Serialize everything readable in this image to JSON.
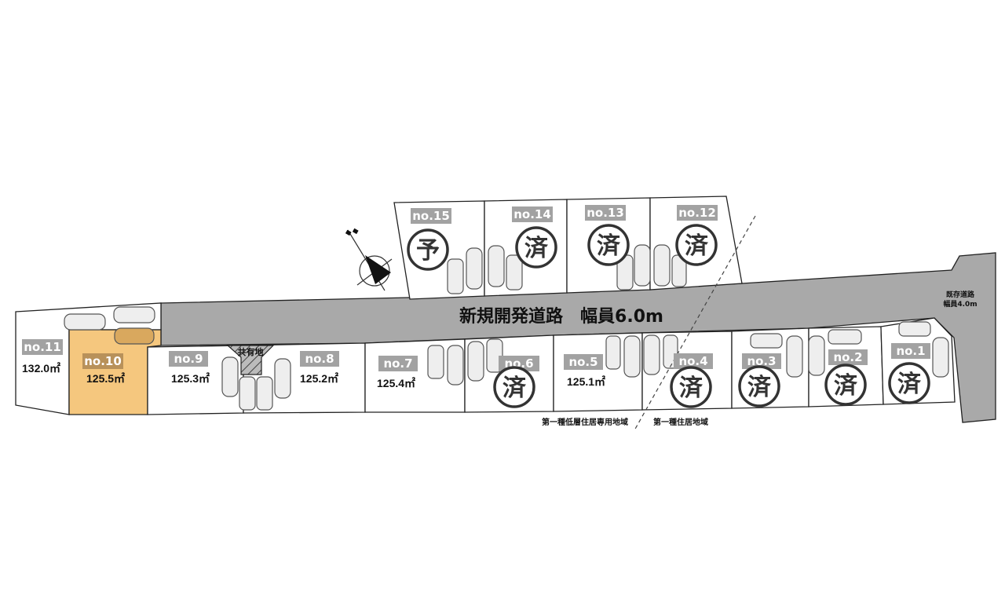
{
  "road": {
    "main_label": "新規開発道路　幅員6.0m",
    "existing_label_1": "既存道路",
    "existing_label_2": "幅員4.0m"
  },
  "common_land": "共有地",
  "zones": {
    "left": "第一種低層住居専用地域",
    "right": "第一種住居地域"
  },
  "colors": {
    "highlight": "#f5c77e",
    "road": "#a9a9a9",
    "badge": "#a2a2a2"
  },
  "lots": {
    "no1": {
      "label": "no.1",
      "stamp": "済"
    },
    "no2": {
      "label": "no.2",
      "stamp": "済"
    },
    "no3": {
      "label": "no.3",
      "stamp": "済"
    },
    "no4": {
      "label": "no.4",
      "stamp": "済"
    },
    "no5": {
      "label": "no.5",
      "area": "125.1㎡"
    },
    "no6": {
      "label": "no.6",
      "stamp": "済"
    },
    "no7": {
      "label": "no.7",
      "area": "125.4㎡"
    },
    "no8": {
      "label": "no.8",
      "area": "125.2㎡"
    },
    "no9": {
      "label": "no.9",
      "area": "125.3㎡"
    },
    "no10": {
      "label": "no.10",
      "area": "125.5㎡"
    },
    "no11": {
      "label": "no.11",
      "area": "132.0㎡"
    },
    "no12": {
      "label": "no.12",
      "stamp": "済"
    },
    "no13": {
      "label": "no.13",
      "stamp": "済"
    },
    "no14": {
      "label": "no.14",
      "stamp": "済"
    },
    "no15": {
      "label": "no.15",
      "stamp": "予"
    }
  }
}
